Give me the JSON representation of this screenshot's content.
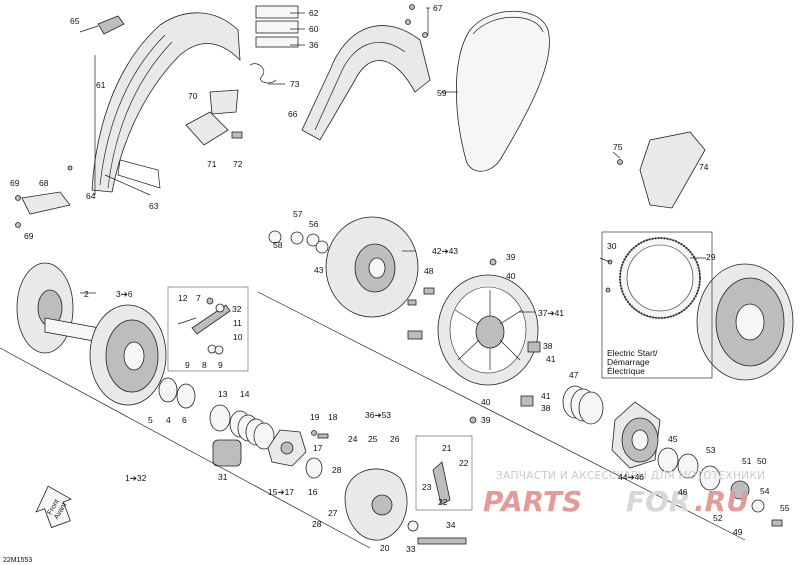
{
  "diagram_code": "22M1553",
  "watermark": {
    "line1": "ЗАПЧАСТИ И АКСЕССУАРЫ ДЛЯ МОТОТЕХНИКИ",
    "brand_a": "PARTS",
    "brand_b": "FOR",
    "brand_c": ".RU"
  },
  "front_badge": {
    "line1": "Front",
    "line2": "Avant"
  },
  "electric_start": {
    "line1": "Electric Start/",
    "line2": "Démarrage",
    "line3": "Électrique"
  },
  "callouts": [
    {
      "id": "65",
      "text": "65"
    },
    {
      "id": "61",
      "text": "61"
    },
    {
      "id": "62",
      "text": "62"
    },
    {
      "id": "60",
      "text": "60"
    },
    {
      "id": "36a",
      "text": "36"
    },
    {
      "id": "73",
      "text": "73"
    },
    {
      "id": "70",
      "text": "70"
    },
    {
      "id": "71",
      "text": "71"
    },
    {
      "id": "72",
      "text": "72"
    },
    {
      "id": "64",
      "text": "64"
    },
    {
      "id": "63",
      "text": "63"
    },
    {
      "id": "69a",
      "text": "69"
    },
    {
      "id": "68",
      "text": "68"
    },
    {
      "id": "69b",
      "text": "69"
    },
    {
      "id": "66",
      "text": "66"
    },
    {
      "id": "67",
      "text": "67"
    },
    {
      "id": "59",
      "text": "59"
    },
    {
      "id": "75",
      "text": "75"
    },
    {
      "id": "74",
      "text": "74"
    },
    {
      "id": "57",
      "text": "57"
    },
    {
      "id": "56",
      "text": "56"
    },
    {
      "id": "58",
      "text": "58"
    },
    {
      "id": "43",
      "text": "43"
    },
    {
      "id": "42-43",
      "text": "42➔43"
    },
    {
      "id": "39a",
      "text": "39"
    },
    {
      "id": "40a",
      "text": "40"
    },
    {
      "id": "48",
      "text": "48"
    },
    {
      "id": "37-41",
      "text": "37➔41"
    },
    {
      "id": "38a",
      "text": "38"
    },
    {
      "id": "41a",
      "text": "41"
    },
    {
      "id": "30",
      "text": "30"
    },
    {
      "id": "29",
      "text": "29"
    },
    {
      "id": "2",
      "text": "2"
    },
    {
      "id": "3-6",
      "text": "3➔6"
    },
    {
      "id": "12",
      "text": "12"
    },
    {
      "id": "7",
      "text": "7"
    },
    {
      "id": "32",
      "text": "32"
    },
    {
      "id": "11",
      "text": "11"
    },
    {
      "id": "10",
      "text": "10"
    },
    {
      "id": "9a",
      "text": "9"
    },
    {
      "id": "8",
      "text": "8"
    },
    {
      "id": "9b",
      "text": "9"
    },
    {
      "id": "47",
      "text": "47"
    },
    {
      "id": "41b",
      "text": "41"
    },
    {
      "id": "40b",
      "text": "40"
    },
    {
      "id": "38b",
      "text": "38"
    },
    {
      "id": "39b",
      "text": "39"
    },
    {
      "id": "5",
      "text": "5"
    },
    {
      "id": "4",
      "text": "4"
    },
    {
      "id": "6",
      "text": "6"
    },
    {
      "id": "13",
      "text": "13"
    },
    {
      "id": "14",
      "text": "14"
    },
    {
      "id": "19",
      "text": "19"
    },
    {
      "id": "18",
      "text": "18"
    },
    {
      "id": "36-53",
      "text": "36➔53"
    },
    {
      "id": "17",
      "text": "17"
    },
    {
      "id": "24",
      "text": "24"
    },
    {
      "id": "25",
      "text": "25"
    },
    {
      "id": "26",
      "text": "26"
    },
    {
      "id": "21",
      "text": "21"
    },
    {
      "id": "22a",
      "text": "22"
    },
    {
      "id": "45",
      "text": "45"
    },
    {
      "id": "53",
      "text": "53"
    },
    {
      "id": "1-32",
      "text": "1➔32"
    },
    {
      "id": "31",
      "text": "31"
    },
    {
      "id": "15-17",
      "text": "15➔17"
    },
    {
      "id": "16",
      "text": "16"
    },
    {
      "id": "28a",
      "text": "28"
    },
    {
      "id": "23",
      "text": "23"
    },
    {
      "id": "22b",
      "text": "22"
    },
    {
      "id": "44-46",
      "text": "44➔46"
    },
    {
      "id": "46",
      "text": "46"
    },
    {
      "id": "51",
      "text": "51"
    },
    {
      "id": "50",
      "text": "50"
    },
    {
      "id": "54",
      "text": "54"
    },
    {
      "id": "27",
      "text": "27"
    },
    {
      "id": "28b",
      "text": "28"
    },
    {
      "id": "34",
      "text": "34"
    },
    {
      "id": "52",
      "text": "52"
    },
    {
      "id": "55",
      "text": "55"
    },
    {
      "id": "20",
      "text": "20"
    },
    {
      "id": "33",
      "text": "33"
    },
    {
      "id": "49",
      "text": "49"
    }
  ]
}
